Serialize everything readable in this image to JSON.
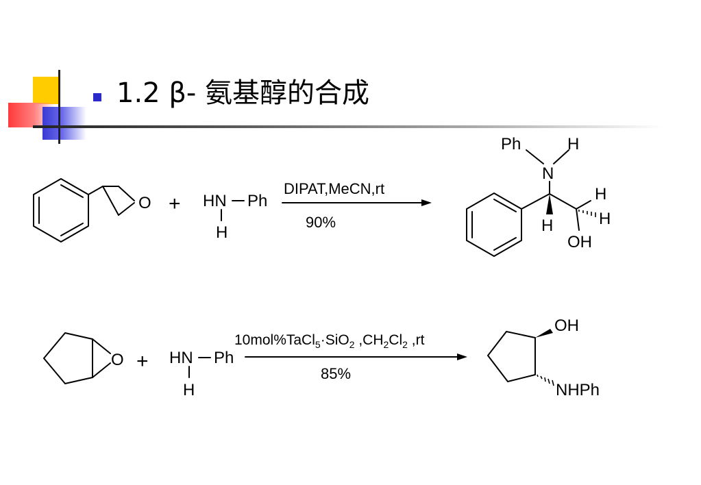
{
  "slide": {
    "title": "1.2 β- 氨基醇的合成"
  },
  "reaction1": {
    "epoxide_O": "O",
    "plus": "+",
    "reagent": {
      "HN": "HN",
      "Ph": "Ph",
      "H": "H"
    },
    "conditions": "DIPAT,MeCN,rt",
    "yield": "90%",
    "product": {
      "Ph": "Ph",
      "H_top": "H",
      "N": "N",
      "H_right1": "H",
      "H_right2": "H",
      "H_wedge": "H",
      "OH": "OH"
    }
  },
  "reaction2": {
    "epoxide_O": "O",
    "plus": "+",
    "reagent": {
      "HN": "HN",
      "Ph": "Ph",
      "H": "H"
    },
    "conditions": {
      "part1": "10mol%TaCl",
      "sub1": "5",
      "dot": "·",
      "part2": "SiO",
      "sub2": "2",
      "part3": " ,CH",
      "sub3": "2",
      "part4": "Cl",
      "sub4": "2",
      "part5": " ,rt"
    },
    "yield": "85%",
    "product": {
      "OH": "OH",
      "NHPh": "NHPh"
    }
  },
  "colors": {
    "bullet": "#2a2ac8",
    "accent_yellow": "#ffcc00",
    "accent_red": "#ff3a3a",
    "accent_blue": "#3a3ad6"
  }
}
